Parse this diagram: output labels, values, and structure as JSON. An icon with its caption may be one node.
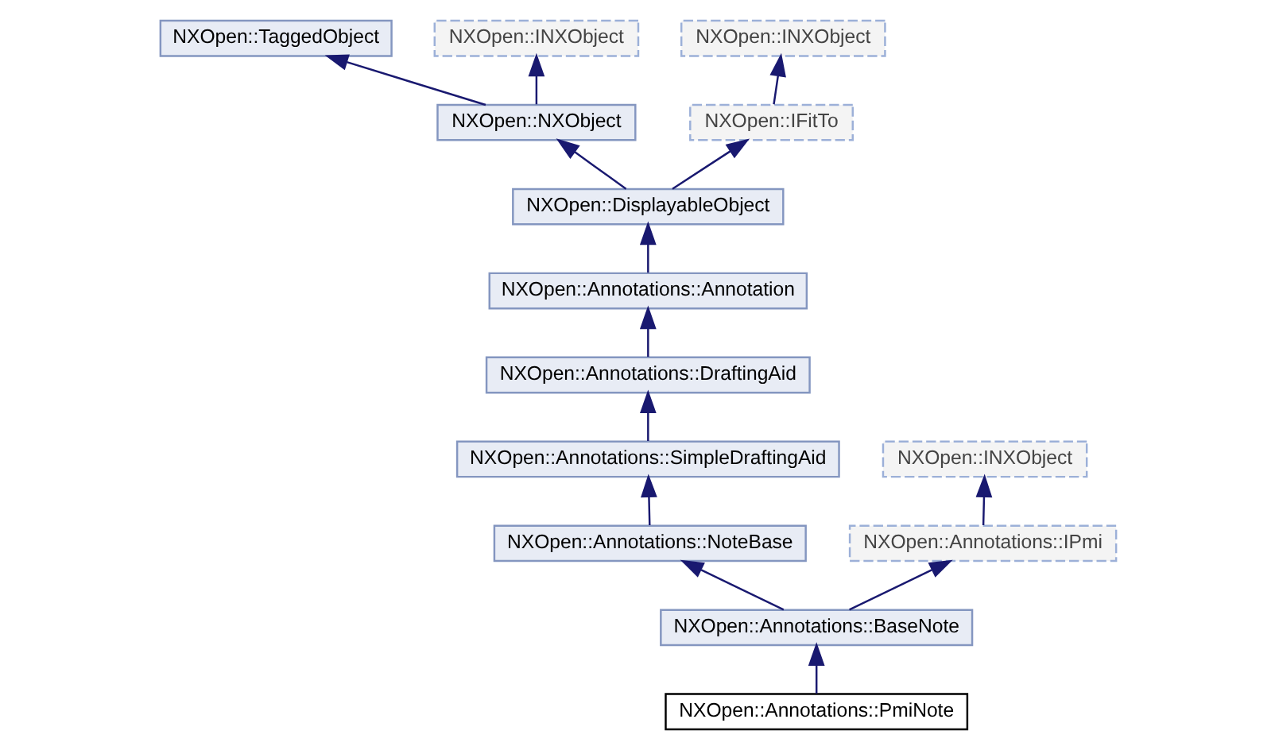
{
  "diagram": {
    "nodes": [
      {
        "text": [
          "NXOpen::TaggedObject"
        ]
      },
      {
        "text": [
          "NXOpen::INXObject"
        ]
      },
      {
        "text": [
          "NXOpen::INXObject"
        ]
      },
      {
        "text": [
          "NXOpen::NXObject"
        ]
      },
      {
        "text": [
          "NXOpen::IFitTo"
        ]
      },
      {
        "text": [
          "NXOpen::DisplayableObject"
        ]
      },
      {
        "text": [
          "NXOpen::Annotations::Annotation"
        ]
      },
      {
        "text": [
          "NXOpen::Annotations::DraftingAid"
        ]
      },
      {
        "text": [
          "NXOpen::Annotations::SimpleDraftingAid"
        ]
      },
      {
        "text": [
          "NXOpen::INXObject"
        ]
      },
      {
        "text": [
          "NXOpen::Annotations::NoteBase"
        ]
      },
      {
        "text": [
          "NXOpen::Annotations::IPmi"
        ]
      },
      {
        "text": [
          "NXOpen::Annotations::BaseNote"
        ]
      },
      {
        "text": [
          "NXOpen::Annotations::PmiNote"
        ]
      }
    ],
    "edges": [
      {
        "from": 3,
        "to": 0,
        "arrow": "to"
      },
      {
        "from": 3,
        "to": 1,
        "arrow": "to"
      },
      {
        "from": 4,
        "to": 2,
        "arrow": "to"
      },
      {
        "from": 5,
        "to": 3,
        "arrow": "to"
      },
      {
        "from": 5,
        "to": 4,
        "arrow": "to"
      },
      {
        "from": 6,
        "to": 5,
        "arrow": "to"
      },
      {
        "from": 7,
        "to": 6,
        "arrow": "to"
      },
      {
        "from": 8,
        "to": 7,
        "arrow": "to"
      },
      {
        "from": 11,
        "to": 9,
        "arrow": "to"
      },
      {
        "from": 10,
        "to": 8,
        "arrow": "to"
      },
      {
        "from": 12,
        "to": 10,
        "arrow": "to"
      },
      {
        "from": 12,
        "to": 11,
        "arrow": "to"
      },
      {
        "from": 13,
        "to": 12,
        "arrow": "to"
      }
    ]
  }
}
